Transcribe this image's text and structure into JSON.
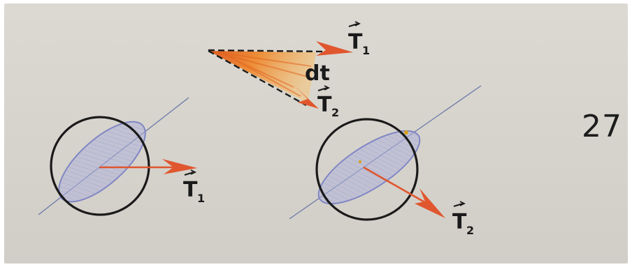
{
  "diagram": {
    "page_number": "27",
    "labels": {
      "t1_top": "T",
      "t1_top_sub": "1",
      "t2_top": "T",
      "t2_top_sub": "2",
      "dt": "dt",
      "t1_left": "T",
      "t1_left_sub": "1",
      "t2_right": "T",
      "t2_right_sub": "2"
    },
    "colors": {
      "background": "#d8d5ce",
      "circle": "#1a1a1a",
      "ellipse_fill": "#a9aed6",
      "ellipse_stroke": "#7f86c4",
      "axis_line": "#6b7aa8",
      "arrow": "#e0562e",
      "fan_dark": "#e35b1e",
      "fan_light": "#f4b35e"
    }
  }
}
